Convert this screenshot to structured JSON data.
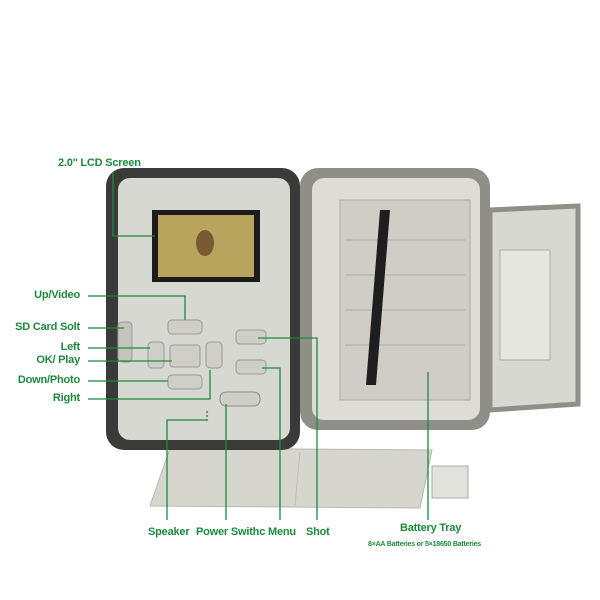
{
  "colors": {
    "label": "#1b8a3c",
    "body": "#d8d8d2",
    "frame": "#3a3a38"
  },
  "labels": {
    "lcd": "2.0'' LCD Screen",
    "up_video": "Up/Video",
    "sd_card": "SD Card Solt",
    "left": "Left",
    "ok_play": "OK/ Play",
    "down_photo": "Down/Photo",
    "right": "Right",
    "speaker": "Speaker",
    "power_switch": "Power Swithc",
    "menu": "Menu",
    "shot": "Shot",
    "battery_tray": "Battery Tray",
    "battery_note": "8×AA Batteries or 5×18650 Batteries"
  }
}
